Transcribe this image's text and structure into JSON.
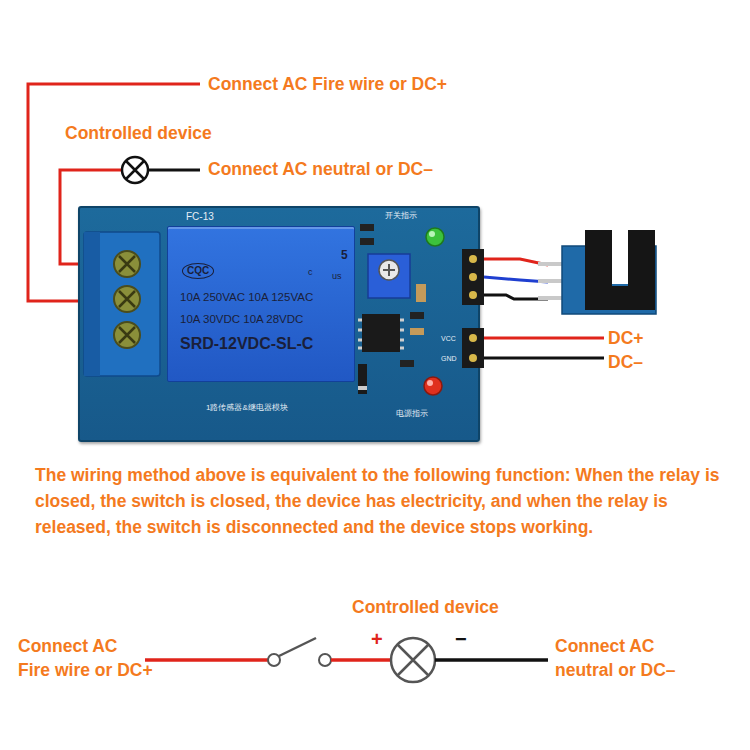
{
  "diagram": {
    "nodes": [
      {
        "text": [
          "FC-13",
          "开关指示",
          "VCC",
          "GND",
          "电源指示",
          "1路传感器&继电器模块"
        ]
      },
      {
        "text": [
          "CQC",
          "c",
          "5",
          "us",
          "10A 250VAC 10A 125VAC",
          "10A 30VDC 10A 28VDC",
          "SRD-12VDC-SL-C"
        ],
        "in": 0
      }
    ],
    "labels": [
      "Connect AC Fire wire or DC+",
      "Controlled device",
      "Connect AC neutral or DC–",
      "DC+",
      "DC–",
      "The wiring method above is equivalent to the following function: When the relay is closed, the switch is closed, the device has electricity, and when the relay is released, the switch is disconnected and the device stops working.",
      "Controlled device",
      "Connect AC Fire wire or DC+",
      "+",
      "−",
      "Connect AC neutral or DC–"
    ]
  }
}
